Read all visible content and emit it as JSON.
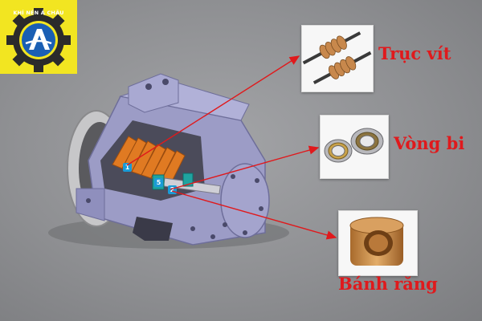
{
  "logo": {
    "text": "KHÍ NÉN Á CHÂU",
    "colors": {
      "background": "#f2e521",
      "gear": "#2b2b2b",
      "disc": "#1a5fb4",
      "mark": "#ffffff"
    }
  },
  "callouts": [
    {
      "id": "screw",
      "label": "Trục vít",
      "icon": "screw-rotor-image"
    },
    {
      "id": "bearing",
      "label": "Vòng bi",
      "icon": "ball-bearing-image"
    },
    {
      "id": "gear",
      "label": "Bánh răng",
      "icon": "bronze-bushing-image"
    }
  ],
  "badges": [
    "1",
    "5",
    "2"
  ],
  "colors": {
    "background": "#8e8f92",
    "label": "#e0191c",
    "arrow": "#e0191c",
    "housing": "#9c9cc6",
    "rotor": "#e07a22",
    "badge": "#1a9bd7"
  }
}
